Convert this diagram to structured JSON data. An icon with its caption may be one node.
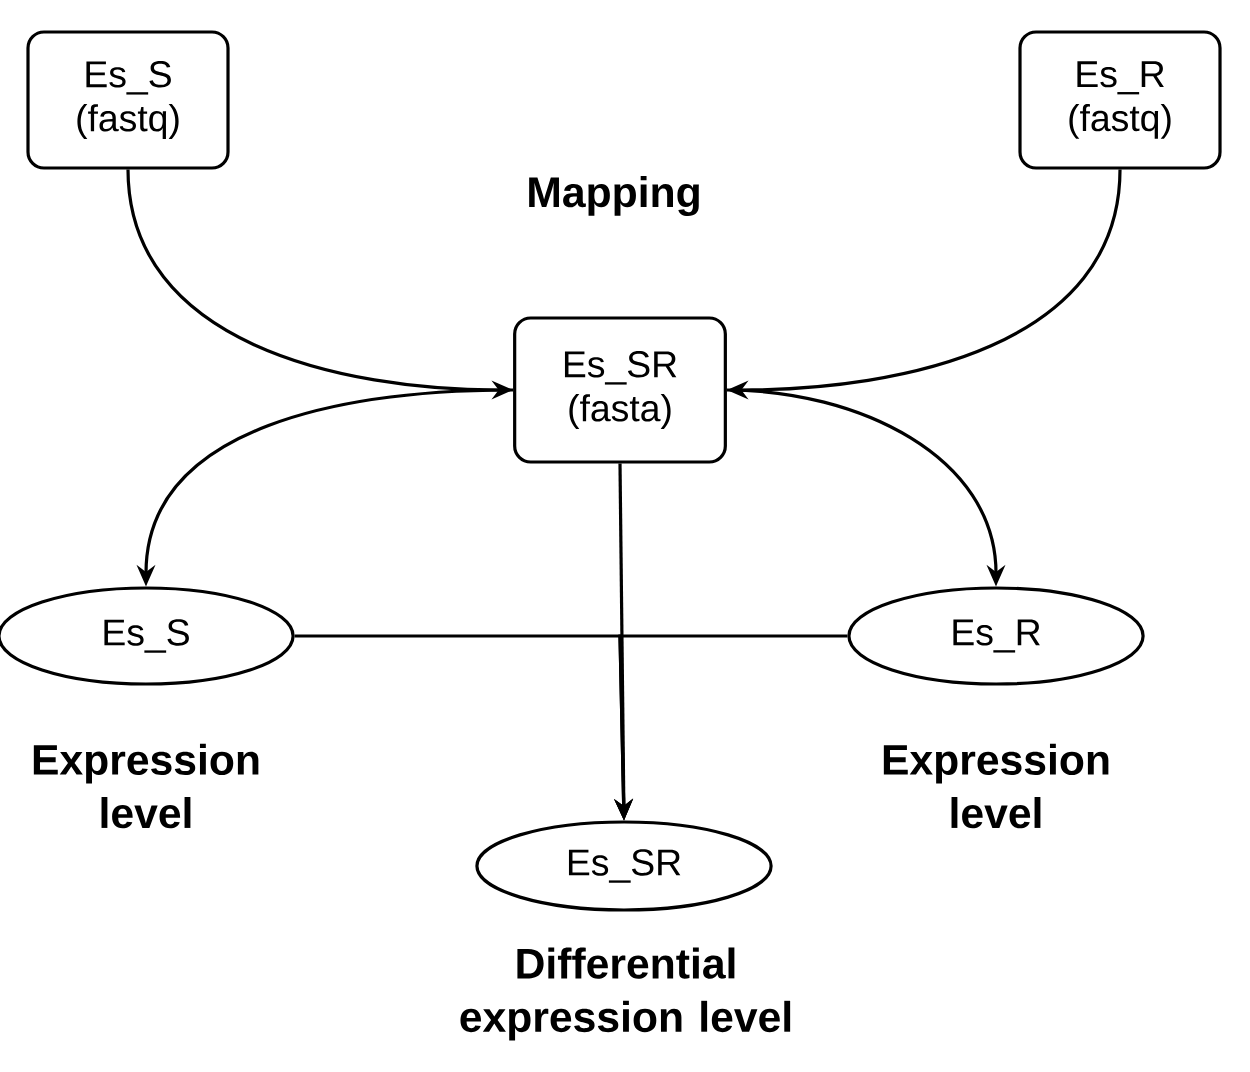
{
  "diagram": {
    "nodes": [
      {
        "text": [
          "Es_S (fastq)"
        ]
      },
      {
        "text": [
          "Es_R (fastq)"
        ]
      },
      {
        "text": [
          "Es_SR (fasta)"
        ]
      },
      {
        "text": [
          "Es_S"
        ],
        "beside": [
          "Expression level"
        ]
      },
      {
        "text": [
          "Es_R"
        ],
        "beside": [
          "Expression level"
        ]
      },
      {
        "text": [
          "Es_SR"
        ],
        "beside": [
          "Differential expression level"
        ]
      }
    ],
    "edges": [
      {
        "from": 0,
        "to": 2,
        "arrow": "to"
      },
      {
        "from": 1,
        "to": 2,
        "arrow": "to"
      },
      {
        "from": 2,
        "to": 3,
        "arrow": "to"
      },
      {
        "from": 2,
        "to": 4,
        "arrow": "to"
      },
      {
        "from": 3,
        "to": 5,
        "arrow": "to"
      },
      {
        "from": 4,
        "to": 5,
        "arrow": "to"
      },
      {
        "from": 2,
        "to": 5,
        "arrow": "to"
      }
    ],
    "labels": [
      "Mapping"
    ]
  }
}
